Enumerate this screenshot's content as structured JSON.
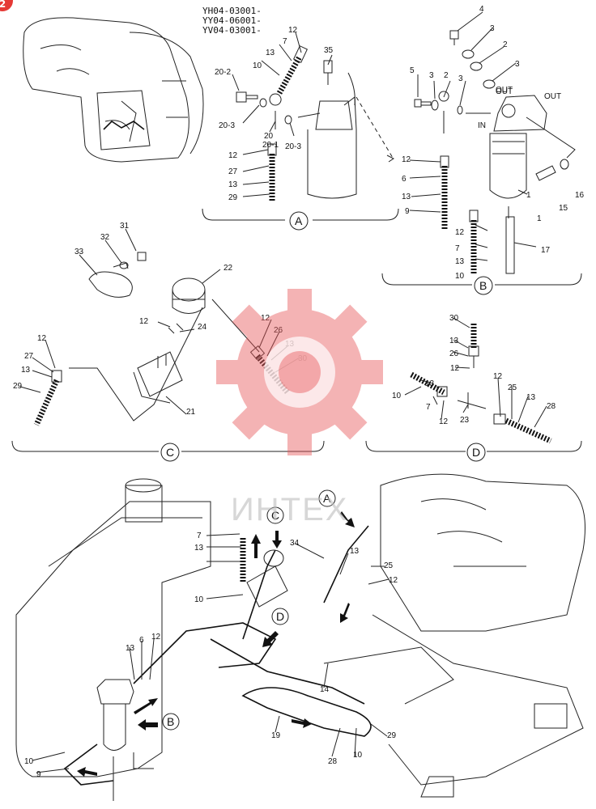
{
  "page_badge": "2",
  "serials": [
    "YH04-03001-",
    "YY04-06001-",
    "YV04-03001-"
  ],
  "watermark_text": "ИНТЕХ",
  "sections": {
    "A": {
      "label": "A"
    },
    "B": {
      "label": "B"
    },
    "C": {
      "label": "C"
    },
    "D": {
      "label": "D"
    }
  },
  "filter_ports": {
    "out_top": "OUT",
    "out_side": "OUT",
    "in": "IN"
  },
  "part_labels": {
    "A": [
      "12",
      "7",
      "35",
      "13",
      "10",
      "20-2",
      "20-3",
      "20",
      "20-1",
      "20-3",
      "12",
      "27",
      "13",
      "29"
    ],
    "B": [
      "4",
      "3",
      "2",
      "3",
      "5",
      "3",
      "2",
      "3",
      "1",
      "OUT",
      "IN",
      "12",
      "6",
      "13",
      "9",
      "15",
      "16",
      "12",
      "7",
      "13",
      "10",
      "17",
      "1"
    ],
    "C": [
      "31",
      "32",
      "33",
      "22",
      "12",
      "24",
      "12",
      "26",
      "13",
      "30",
      "12",
      "27",
      "13",
      "29",
      "21"
    ],
    "D": [
      "30",
      "13",
      "26",
      "12",
      "12",
      "25",
      "13",
      "10",
      "13",
      "7",
      "12",
      "23",
      "28"
    ],
    "main": [
      "A",
      "C",
      "D",
      "B",
      "7",
      "13",
      "10",
      "34",
      "13",
      "25",
      "12",
      "13",
      "6",
      "12",
      "14",
      "10",
      "9",
      "19",
      "28",
      "10",
      "29"
    ]
  },
  "colors": {
    "badge": "#e53935",
    "watermark": "#e8585a",
    "line": "#111111"
  }
}
